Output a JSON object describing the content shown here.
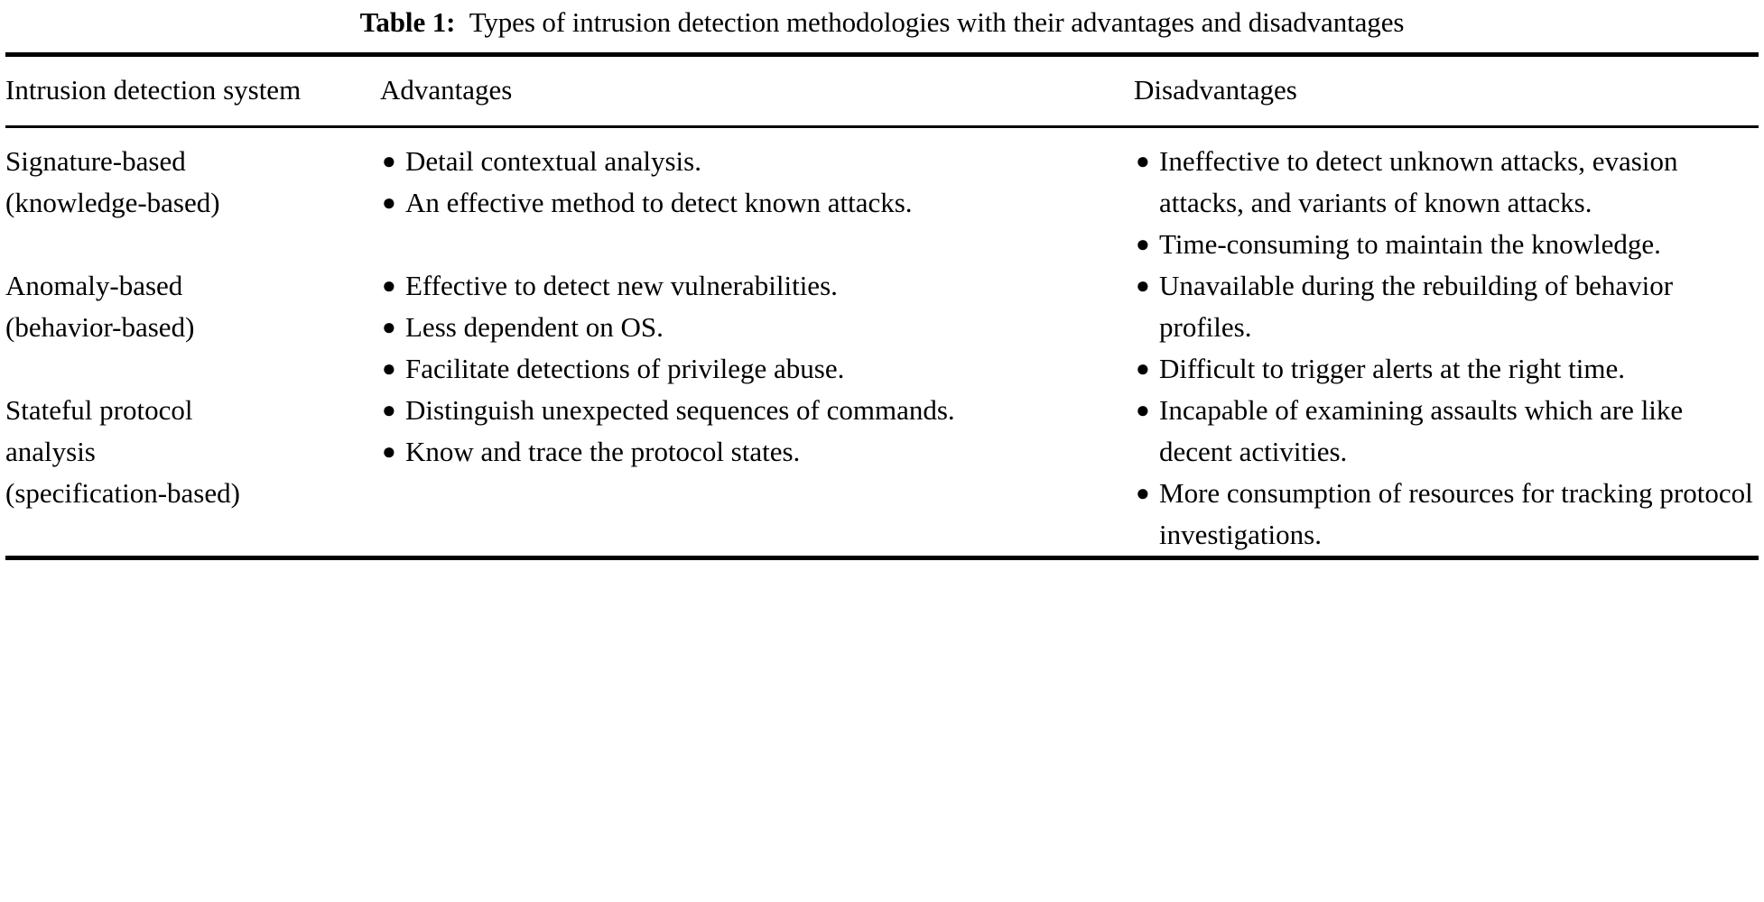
{
  "caption": {
    "label": "Table 1:",
    "text": "Types of intrusion detection methodologies with their advantages and disadvantages"
  },
  "table": {
    "headers": {
      "col1_line1": "Intrusion detection",
      "col1_line2": "system",
      "col2": "Advantages",
      "col3": "Disadvantages"
    },
    "bullet_glyph": "●",
    "rows": [
      {
        "name_line1": "Signature-based",
        "name_line2": "(knowledge-based)",
        "advantages": [
          "Detail contextual analysis.",
          "An effective method to detect known attacks."
        ],
        "disadvantages": [
          "Ineffective to detect unknown attacks, evasion attacks, and variants of known attacks.",
          "Time-consuming to maintain the knowledge."
        ]
      },
      {
        "name_line1": "Anomaly-based",
        "name_line2": "(behavior-based)",
        "advantages": [
          "Effective to detect new vulnerabilities.",
          "Less dependent on OS.",
          "Facilitate detections of privilege abuse."
        ],
        "disadvantages": [
          "Unavailable during the rebuilding of behavior profiles.",
          "Difficult to trigger alerts at the right time."
        ]
      },
      {
        "name_line1": "Stateful protocol",
        "name_line2": "analysis",
        "name_line3": "(specification-based)",
        "advantages": [
          "Distinguish unexpected sequences of commands.",
          "Know and trace the protocol states."
        ],
        "disadvantages": [
          "Incapable of examining assaults which are like decent activities.",
          "More consumption of resources for tracking protocol investigations."
        ]
      }
    ]
  },
  "colors": {
    "rule": "#000000",
    "text": "#000000",
    "background": "#ffffff"
  }
}
